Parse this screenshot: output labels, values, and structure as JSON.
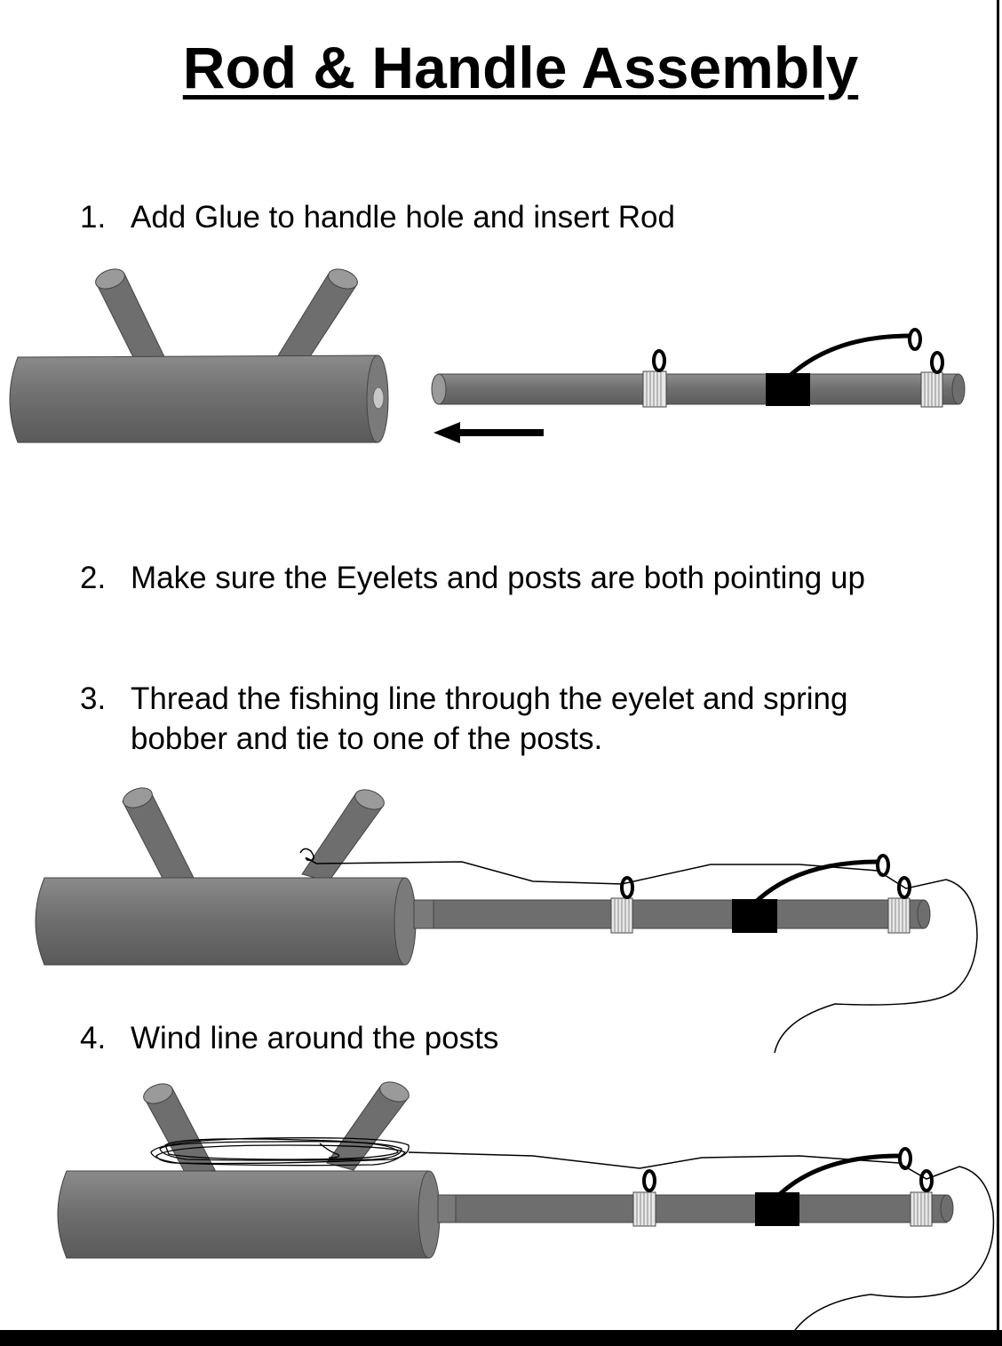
{
  "title": "Rod & Handle Assembly",
  "steps": [
    {
      "number": "1.",
      "text": "Add Glue to handle hole and insert Rod"
    },
    {
      "number": "2.",
      "text": "Make sure the Eyelets and posts are both pointing up"
    },
    {
      "number": "3.",
      "text_line1": "Thread the fishing line through the eyelet and spring",
      "text_line2": "bobber and tie to one of the posts."
    },
    {
      "number": "4.",
      "text": "Wind line around the posts"
    }
  ],
  "colors": {
    "part_gray": "#6e6e6e",
    "part_dark": "#4a4a4a",
    "part_light": "#9a9a9a",
    "ink": "#000000"
  }
}
